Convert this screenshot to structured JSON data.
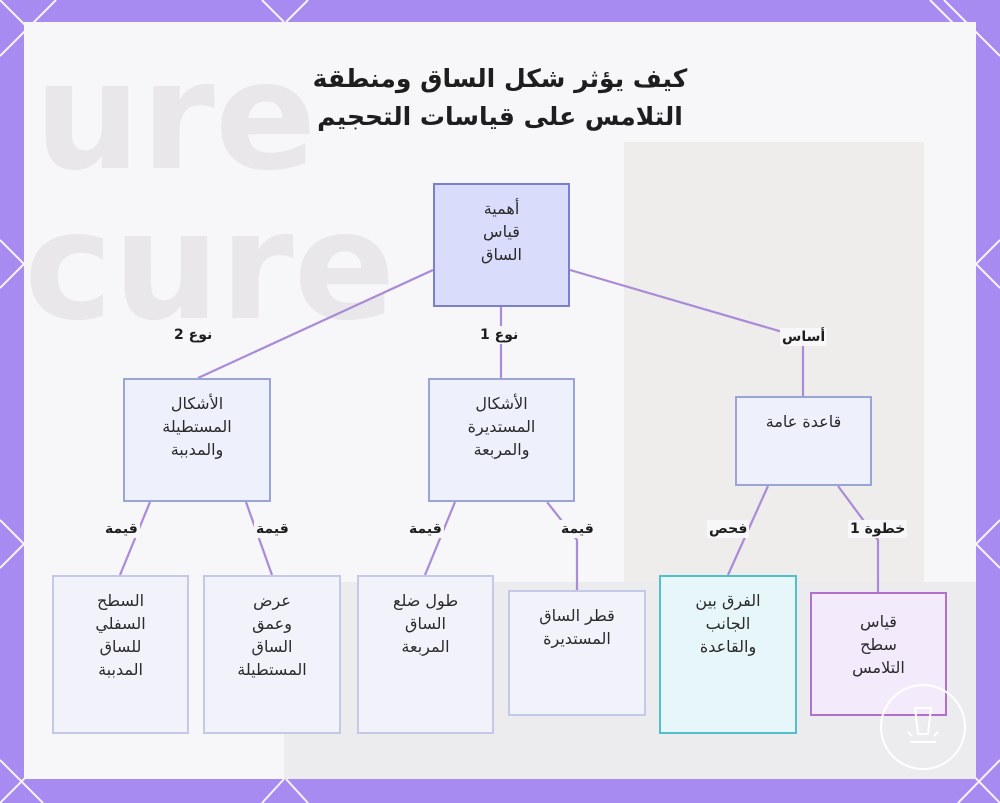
{
  "title": {
    "line1": "كيف يؤثر شكل الساق ومنطقة",
    "line2": "التلامس على قياسات التحجيم"
  },
  "nodes": {
    "root": [
      "أهمية",
      "قياس",
      "الساق"
    ],
    "general_base": [
      "قاعدة عامة"
    ],
    "round_square": [
      "الأشكال",
      "المستديرة",
      "والمربعة"
    ],
    "rect_beveled": [
      "الأشكال",
      "المستطيلة",
      "والمدببة"
    ],
    "contact_surface": [
      "قياس",
      "سطح",
      "التلامس"
    ],
    "side_base_diff": [
      "الفرق بين",
      "الجانب",
      "والقاعدة"
    ],
    "round_diameter": [
      "قطر الساق",
      "المستديرة"
    ],
    "square_side": [
      "طول ضلع",
      "الساق",
      "المربعة"
    ],
    "rect_width_depth": [
      "عرض",
      "وعمق",
      "الساق",
      "المستطيلة"
    ],
    "beveled_bottom": [
      "السطح",
      "السفلي",
      "للساق",
      "المدببة"
    ]
  },
  "edge_labels": {
    "basis": "أساس",
    "type1": "نوع 1",
    "type2": "نوع 2",
    "step1": "خطوة 1",
    "check": "فحص",
    "value_a": "قيمة",
    "value_b": "قيمة",
    "value_c": "قيمة",
    "value_d": "قيمة"
  },
  "colors": {
    "frame": "#a78bf0",
    "edge": "#a98bd8",
    "root_fill": "#dadcfb",
    "cyan_border": "#52c0cc",
    "purple_border": "#b26fce"
  }
}
